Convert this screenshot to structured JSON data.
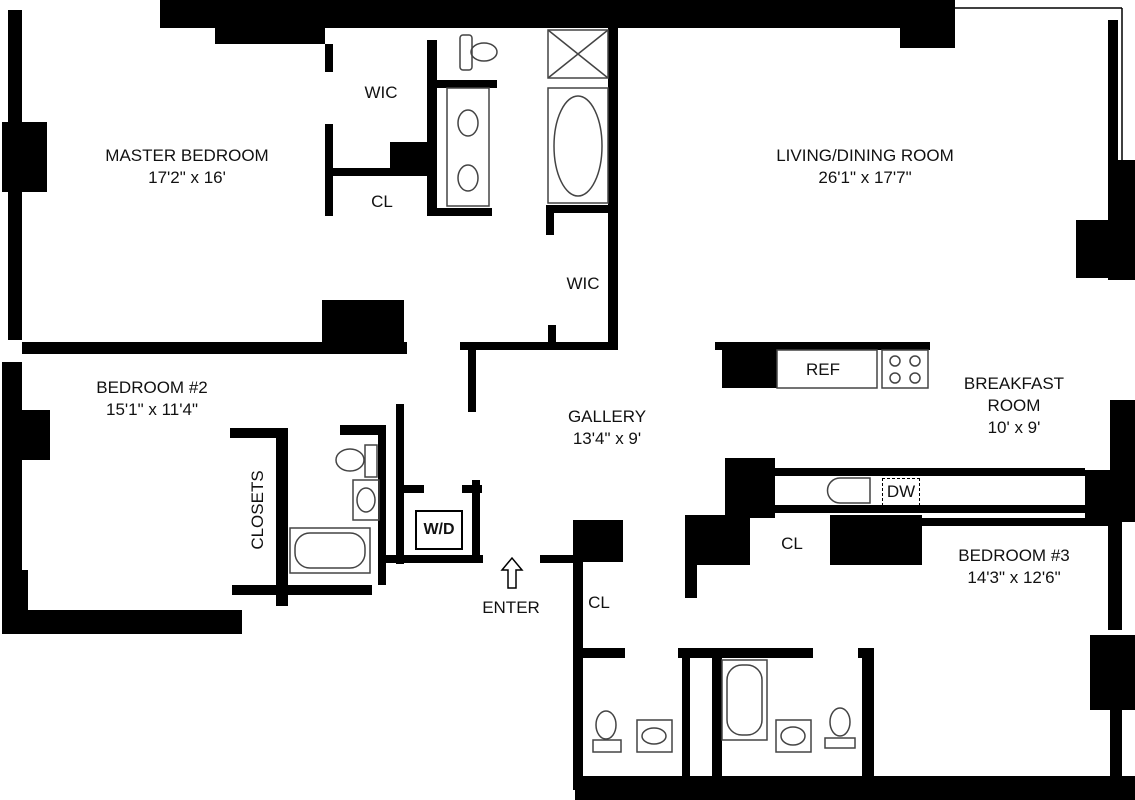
{
  "rooms": {
    "master": {
      "name": "MASTER BEDROOM",
      "dims": "17'2\" x 16'"
    },
    "living": {
      "name": "LIVING/DINING ROOM",
      "dims": "26'1\" x 17'7\""
    },
    "bedroom2": {
      "name": "BEDROOM #2",
      "dims": "15'1\" x 11'4\""
    },
    "gallery": {
      "name": "GALLERY",
      "dims": "13'4\" x 9'"
    },
    "breakfast": {
      "name_line1": "BREAKFAST",
      "name_line2": "ROOM",
      "dims": "10' x 9'"
    },
    "bedroom3": {
      "name": "BEDROOM #3",
      "dims": "14'3\" x 12'6\""
    }
  },
  "labels": {
    "wic_master": "WIC",
    "cl_master": "CL",
    "wic_hall": "WIC",
    "closets": "CLOSETS",
    "wd": "W/D",
    "ref": "REF",
    "dw": "DW",
    "cl_bed3": "CL",
    "cl_entry": "CL",
    "enter": "ENTER"
  },
  "colors": {
    "wall": "#000000",
    "fixture": "#444444"
  }
}
